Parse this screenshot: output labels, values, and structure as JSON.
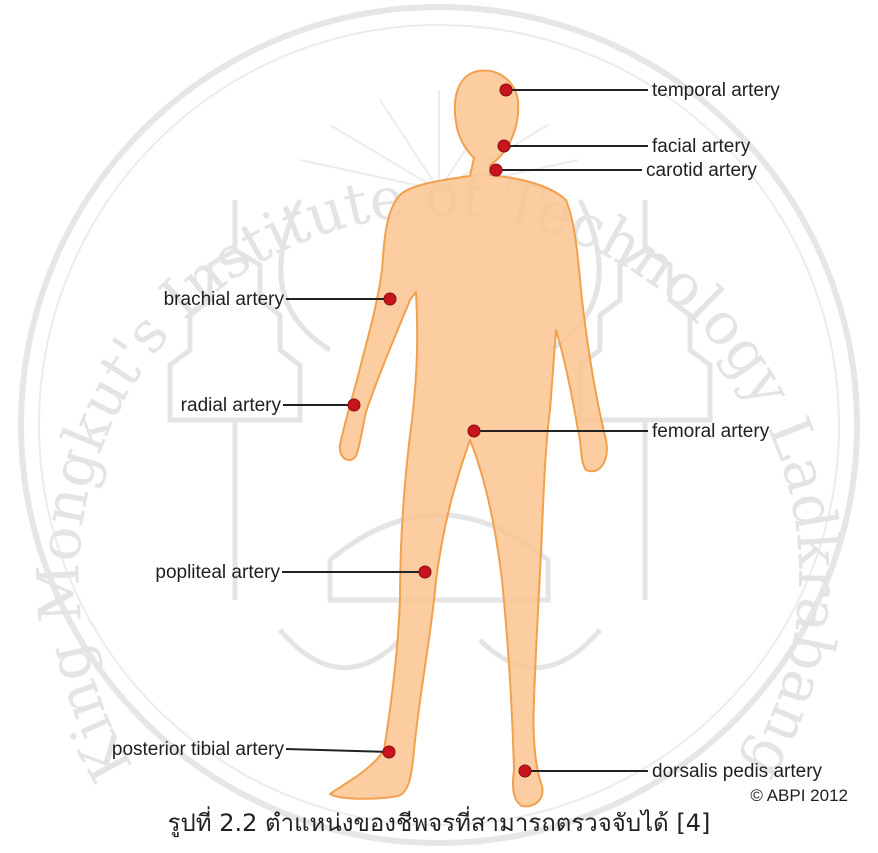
{
  "diagram": {
    "labels": {
      "temporal": "temporal artery",
      "facial": "facial artery",
      "carotid": "carotid artery",
      "brachial": "brachial artery",
      "radial": "radial artery",
      "femoral": "femoral artery",
      "popliteal": "popliteal artery",
      "posterior_tibial": "posterior tibial artery",
      "dorsalis_pedis": "dorsalis pedis artery"
    },
    "copyright": "© ABPI 2012",
    "colors": {
      "body_fill": "#fbc490",
      "body_outline": "#f2a04e",
      "pulse_point": "#c8141c",
      "leader_line": "#222222",
      "watermark": "#e4e4e4"
    }
  },
  "watermark": {
    "seal_text": "King Mongkut's Institute of Technology Ladkrabang"
  },
  "caption": "รูปที่ 2.2 ตำแหน่งของชีพจรที่สามารถตรวจจับได้ [4]"
}
